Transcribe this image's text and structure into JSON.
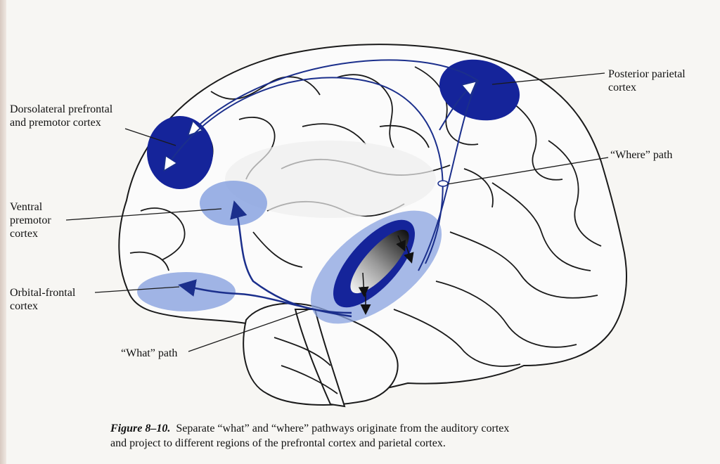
{
  "labels": {
    "dlpfc_line1": "Dorsolateral prefrontal",
    "dlpfc_line2": "and premotor cortex",
    "ppc_line1": "Posterior parietal",
    "ppc_line2": "cortex",
    "where": "“Where” path",
    "vpm_line1": "Ventral",
    "vpm_line2": "premotor",
    "vpm_line3": "cortex",
    "ofc_line1": "Orbital-frontal",
    "ofc_line2": "cortex",
    "what": "“What” path"
  },
  "caption": {
    "figure": "Figure 8–10.",
    "line1": "Separate “what” and “where” pathways originate from the auditory cortex",
    "line2": "and project to different regions of the prefrontal cortex and parietal cortex."
  },
  "colors": {
    "dark_region": "#15249a",
    "light_region": "#8aa3e0",
    "pathway": "#1b2f8c",
    "outline": "#1a1a1a"
  }
}
